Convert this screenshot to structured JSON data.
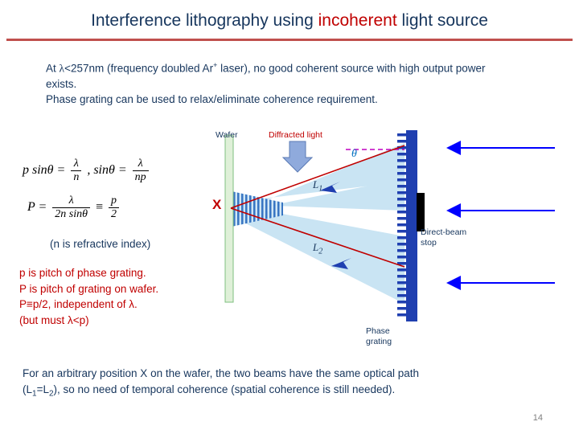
{
  "slide": {
    "title_parts": {
      "before": "Interference lithography using ",
      "accent": "incoherent",
      "after": " light source"
    },
    "intro_line1": "At λ<257nm (frequency doubled Ar+ laser), no good coherent source with high output power exists.",
    "intro_line2": "Phase grating can be used to relax/eliminate coherence requirement.",
    "formula": {
      "eq1_lhs": "p sinθ =",
      "eq1_frac1_num": "λ",
      "eq1_frac1_den": "n",
      "eq1_mid": ", sinθ =",
      "eq1_frac2_num": "λ",
      "eq1_frac2_den": "np",
      "eq2_lhs": "P =",
      "eq2_frac1_num": "λ",
      "eq2_frac1_den": "2n sinθ",
      "eq2_equiv": "≡",
      "eq2_frac2_num": "p",
      "eq2_frac2_den": "2"
    },
    "n_index_note": "(n is refractive index)",
    "pitch_notes": [
      "p is pitch of phase grating.",
      "P is pitch of grating on wafer.",
      "P≡p/2, independent of λ.",
      "(but must λ<p)"
    ],
    "figure": {
      "label_wafer": "Wafer",
      "label_diffracted": "Diffracted light",
      "label_x": "X",
      "label_theta": "θ",
      "label_l1": "L1",
      "label_l2": "L2",
      "label_stop_line1": "Direct-beam",
      "label_stop_line2": "stop",
      "label_phase_line1": "Phase",
      "label_phase_line2": "grating"
    },
    "footnote_line1": "For an arbitrary position X on the wafer, the two beams have the same optical path",
    "footnote_line2_a": "(L",
    "footnote_line2_sub1": "1",
    "footnote_line2_b": "=L",
    "footnote_line2_sub2": "2",
    "footnote_line2_c": "), so no need of temporal coherence (spatial coherence is still needed).",
    "page_number": "14",
    "colors": {
      "title": "#17365d",
      "title_accent": "#c00000",
      "rule": "#c0504d",
      "body": "#17365d",
      "notes": "#c00000",
      "beam_fill": "#c6e2f0",
      "grating": "#1f3fbf",
      "arrow": "#0000ff",
      "ray": "#c00000"
    }
  }
}
